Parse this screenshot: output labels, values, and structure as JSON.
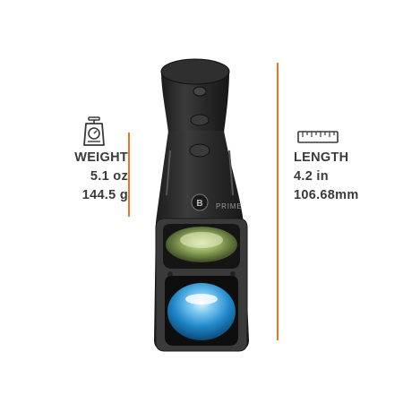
{
  "weight": {
    "heading": "WEIGHT",
    "imperial": "5.1 oz",
    "metric": "144.5 g",
    "icon": "scale-icon"
  },
  "length": {
    "heading": "LENGTH",
    "imperial": "4.2 in",
    "metric": "106.68mm",
    "icon": "ruler-icon"
  },
  "product": {
    "brand_mark": "B",
    "model": "PRIME"
  },
  "colors": {
    "accent": "#e8742a",
    "text": "#3a3a3a",
    "body": "#2b2b2b"
  }
}
